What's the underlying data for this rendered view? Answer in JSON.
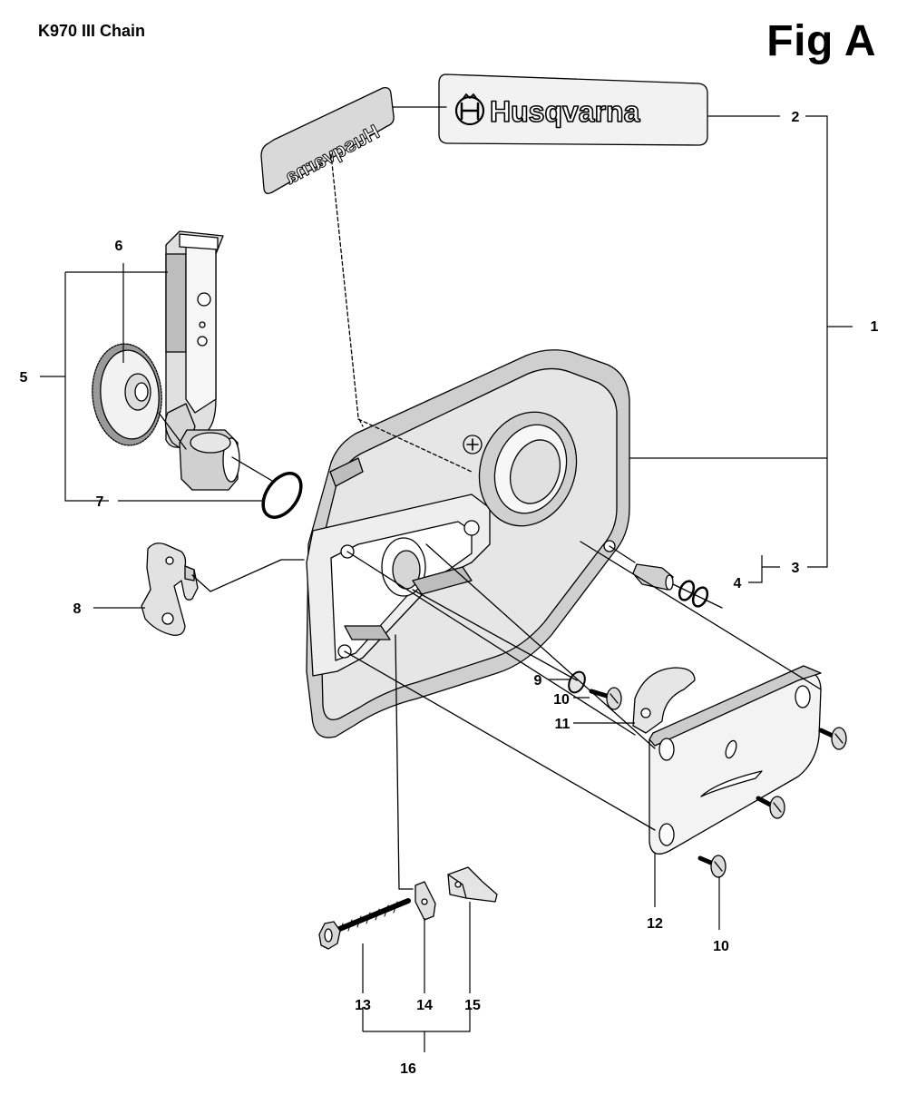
{
  "document": {
    "model_title": "K970 III Chain",
    "figure_label": "Fig A"
  },
  "brand": {
    "decal_text": "Husqvarna"
  },
  "callouts": {
    "c1": "1",
    "c2": "2",
    "c3": "3",
    "c4": "4",
    "c5": "5",
    "c6": "6",
    "c7": "7",
    "c8": "8",
    "c9": "9",
    "c10a": "10",
    "c10b": "10",
    "c11": "11",
    "c12": "12",
    "c13": "13",
    "c14": "14",
    "c15": "15",
    "c16": "16"
  },
  "icons": [
    "husqvarna-crown-logo"
  ],
  "colors": {
    "line": "#000000",
    "paper": "#ffffff",
    "shade": "#d9d9d9",
    "dark": "#555555"
  }
}
